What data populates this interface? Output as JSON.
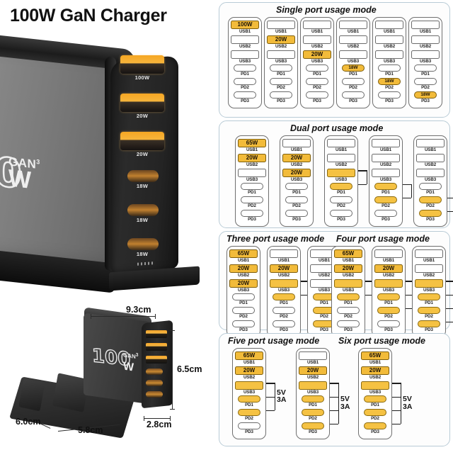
{
  "page_title": "100W GaN Charger",
  "brand": {
    "watt": "100",
    "gan": "GAN",
    "gan_sup": "3",
    "w": "W"
  },
  "hero_ports": [
    {
      "label": "100W",
      "type": "usb-a"
    },
    {
      "label": "20W",
      "type": "usb-a"
    },
    {
      "label": "20W",
      "type": "usb-a"
    },
    {
      "label": "18W",
      "type": "usb-c"
    },
    {
      "label": "18W",
      "type": "usb-c"
    },
    {
      "label": "18W",
      "type": "usb-c"
    }
  ],
  "dimensions": {
    "width": "9.3cm",
    "height": "6.5cm",
    "depth": "2.8cm",
    "stand_depth": "6.0cm",
    "stand_width": "5.8cm"
  },
  "port_labels": [
    "USB1",
    "USB2",
    "USB3",
    "PD1",
    "PD2",
    "PD3"
  ],
  "annotation": {
    "volts": "5V",
    "amps": "3A"
  },
  "colors": {
    "highlight": "#f2bb3a",
    "fill": "#f5c243",
    "panel_border": "#b9cbd6",
    "unit_border": "#6f6f6f"
  },
  "sections": [
    {
      "title": "Single port usage mode",
      "columns": [
        {
          "slots": [
            {
              "badge": "100W"
            },
            {},
            {},
            {},
            {},
            {}
          ]
        },
        {
          "slots": [
            {},
            {
              "badge": "20W"
            },
            {},
            {},
            {},
            {}
          ]
        },
        {
          "slots": [
            {},
            {},
            {
              "badge": "20W"
            },
            {},
            {},
            {}
          ]
        },
        {
          "slots": [
            {},
            {},
            {},
            {
              "badge": "18W"
            },
            {},
            {}
          ]
        },
        {
          "slots": [
            {},
            {},
            {},
            {},
            {
              "badge": "18W"
            },
            {}
          ]
        },
        {
          "slots": [
            {},
            {},
            {},
            {},
            {},
            {
              "badge": "18W"
            }
          ]
        }
      ]
    },
    {
      "title": "Dual port usage mode",
      "columns": [
        {
          "slots": [
            {
              "badge": "65W"
            },
            {
              "badge": "20W"
            },
            {},
            {},
            {},
            {}
          ]
        },
        {
          "slots": [
            {},
            {
              "badge": "20W"
            },
            {
              "badge": "20W"
            },
            {},
            {},
            {}
          ]
        },
        {
          "slots": [
            {},
            {},
            {
              "fill": true
            },
            {
              "fill": true
            },
            {},
            {}
          ],
          "bracket": {
            "from": 2,
            "to": 3
          }
        },
        {
          "slots": [
            {},
            {},
            {},
            {
              "fill": true
            },
            {
              "fill": true
            },
            {}
          ],
          "bracket": {
            "from": 3,
            "to": 4
          }
        },
        {
          "slots": [
            {},
            {},
            {},
            {},
            {
              "fill": true
            },
            {
              "fill": true
            }
          ],
          "bracket": {
            "from": 4,
            "to": 5
          }
        }
      ]
    },
    {
      "title": "Three port usage mode",
      "columns": [
        {
          "slots": [
            {
              "badge": "65W"
            },
            {
              "badge": "20W"
            },
            {
              "badge": "20W"
            },
            {},
            {},
            {}
          ]
        },
        {
          "slots": [
            {},
            {
              "badge": "20W"
            },
            {
              "fill": true
            },
            {
              "fill": true
            },
            {},
            {}
          ],
          "bracket": {
            "from": 2,
            "to": 3
          }
        },
        {
          "slots": [
            {},
            {},
            {},
            {
              "fill": true
            },
            {
              "fill": true
            },
            {
              "fill": true
            }
          ],
          "bracket": {
            "from": 3,
            "to": 5
          }
        }
      ]
    },
    {
      "title": "Four port usage mode",
      "columns": [
        {
          "slots": [
            {
              "badge": "65W"
            },
            {
              "badge": "20W"
            },
            {
              "fill": true
            },
            {
              "fill": true
            },
            {},
            {}
          ],
          "bracket": {
            "from": 2,
            "to": 3
          }
        },
        {
          "slots": [
            {},
            {
              "badge": "20W"
            },
            {
              "fill": true
            },
            {
              "fill": true
            },
            {
              "fill": true
            },
            {}
          ],
          "bracket": {
            "from": 2,
            "to": 4
          }
        },
        {
          "slots": [
            {},
            {},
            {
              "fill": true
            },
            {
              "fill": true
            },
            {
              "fill": true
            },
            {
              "fill": true
            }
          ],
          "bracket": {
            "from": 2,
            "to": 5
          }
        }
      ]
    },
    {
      "title": "Five port usage mode",
      "columns": [
        {
          "slots": [
            {
              "badge": "65W"
            },
            {
              "badge": "20W"
            },
            {
              "fill": true
            },
            {
              "fill": true
            },
            {
              "fill": true
            },
            {}
          ],
          "bracket": {
            "from": 2,
            "to": 4
          }
        },
        {
          "slots": [
            {},
            {
              "badge": "20W"
            },
            {
              "fill": true
            },
            {
              "fill": true
            },
            {
              "fill": true
            },
            {
              "fill": true
            }
          ],
          "bracket": {
            "from": 2,
            "to": 5
          }
        }
      ]
    },
    {
      "title": "Six port usage mode",
      "columns": [
        {
          "slots": [
            {
              "badge": "65W"
            },
            {
              "badge": "20W"
            },
            {
              "fill": true
            },
            {
              "fill": true
            },
            {
              "fill": true
            },
            {
              "fill": true
            }
          ],
          "bracket": {
            "from": 2,
            "to": 5
          }
        }
      ]
    }
  ]
}
